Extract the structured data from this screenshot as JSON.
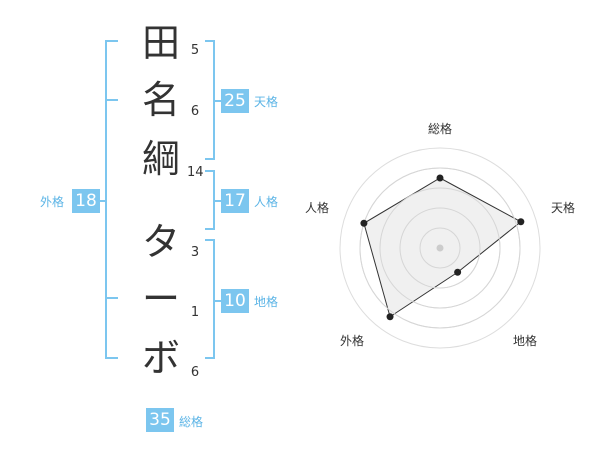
{
  "name": {
    "characters": [
      {
        "char": "田",
        "strokes": "5"
      },
      {
        "char": "名",
        "strokes": "6"
      },
      {
        "char": "綱",
        "strokes": "14"
      },
      {
        "char": "タ",
        "strokes": "3"
      },
      {
        "char": "ー",
        "strokes": "1"
      },
      {
        "char": "ボ",
        "strokes": "6"
      }
    ]
  },
  "fortune": {
    "tenkaku": {
      "value": "25",
      "label": "天格"
    },
    "jinkaku": {
      "value": "17",
      "label": "人格"
    },
    "chikaku": {
      "value": "10",
      "label": "地格"
    },
    "gaikaku": {
      "value": "18",
      "label": "外格"
    },
    "soukaku": {
      "value": "35",
      "label": "総格"
    }
  },
  "colors": {
    "accent": "#7cc6ef",
    "label": "#5bb4e6",
    "text": "#333333",
    "radar_fill": "#eeeeee",
    "radar_ring": "#dddddd"
  },
  "chart_data": {
    "type": "radar",
    "axes": [
      "総格",
      "天格",
      "地格",
      "外格",
      "人格"
    ],
    "values": [
      0.7,
      0.85,
      0.3,
      0.85,
      0.8
    ],
    "rings": 5,
    "scale_max": 1
  }
}
